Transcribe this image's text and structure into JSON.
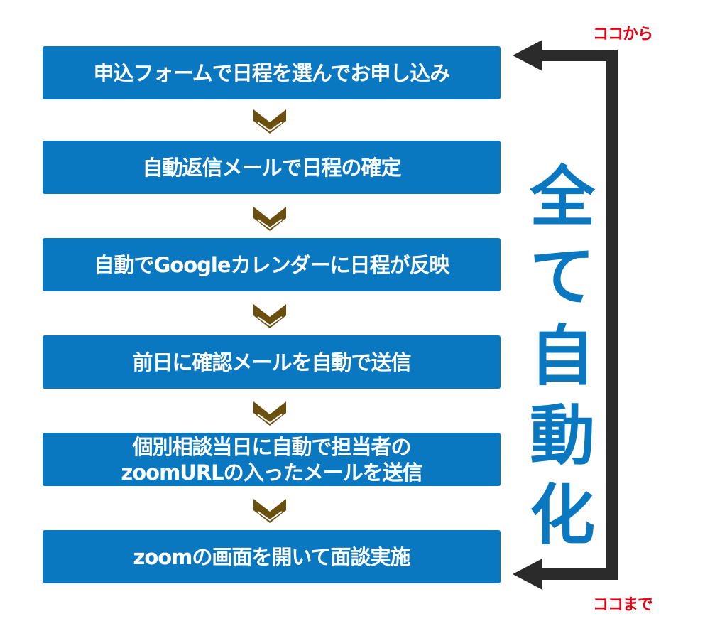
{
  "steps": [
    {
      "lines": [
        "申込フォームで日程を選んでお申し込み"
      ]
    },
    {
      "lines": [
        "自動返信メールで日程の確定"
      ]
    },
    {
      "lines": [
        "自動でGoogleカレンダーに日程が反映"
      ]
    },
    {
      "lines": [
        "前日に確認メールを自動で送信"
      ]
    },
    {
      "lines": [
        "個別相談当日に自動で担当者の",
        "zoomURLの入ったメールを送信"
      ]
    },
    {
      "lines": [
        "zoomの画面を開いて面談実施"
      ]
    }
  ],
  "range_labels": {
    "start": "ココから",
    "end": "ココまで"
  },
  "summary": {
    "chars": [
      "全",
      "て",
      "自",
      "動",
      "化"
    ]
  },
  "icons": {
    "step_connector": "chevron-down-icon",
    "bracket_arrows": "arrow-left-icon"
  },
  "colors": {
    "step_fill": "#0a78c1",
    "step_text": "#ffffff",
    "chevron_fill": "#6b4f0e",
    "chevron_highlight": "#ffffff",
    "bracket": "#2b2b2b",
    "range_label": "#e60012",
    "summary_text": "#0a78c1"
  }
}
